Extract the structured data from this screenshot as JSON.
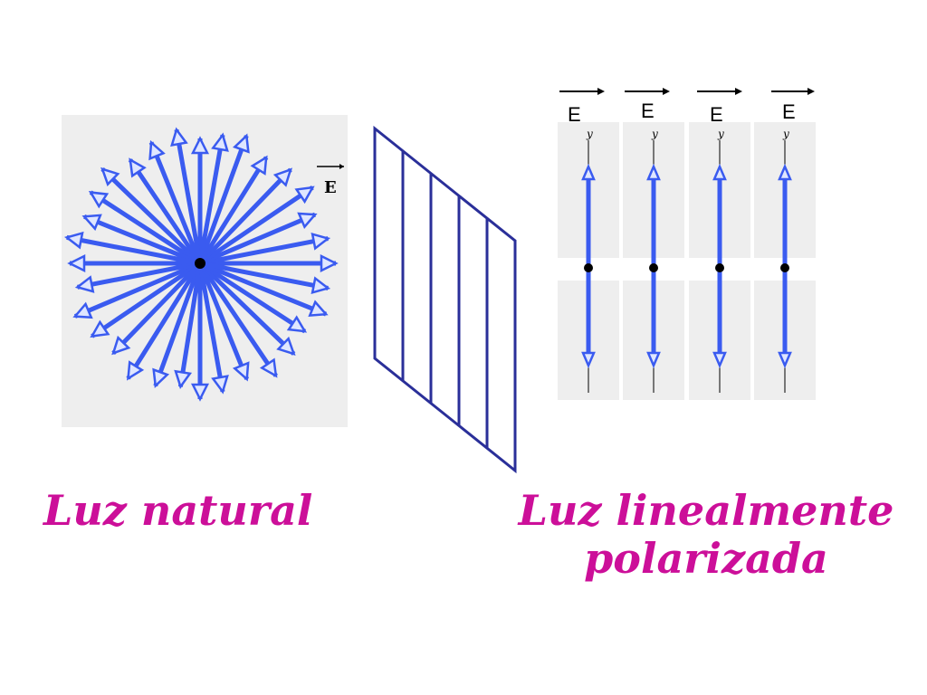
{
  "colors": {
    "arrow_blue": "#3a5bf0",
    "polarizer": "#2a2f99",
    "caption": "#cc0f99",
    "panel_gray": "#eeeeee"
  },
  "natural_light": {
    "e_label": "E",
    "arrow_angles_deg": [
      0,
      11,
      23,
      34,
      46,
      58,
      70,
      80,
      90,
      100,
      112,
      124,
      136,
      147,
      158,
      169,
      180,
      191,
      203,
      214,
      226,
      238,
      250,
      261,
      270,
      280,
      292,
      304,
      316,
      327,
      338,
      349
    ]
  },
  "polarized_light": {
    "e_labels": [
      "E",
      "E",
      "E",
      "E"
    ],
    "axis_labels": [
      "y",
      "y",
      "y",
      "y"
    ]
  },
  "captions": {
    "natural": "Luz natural",
    "polarized_line1": "Luz linealmente",
    "polarized_line2": "polarizada"
  }
}
